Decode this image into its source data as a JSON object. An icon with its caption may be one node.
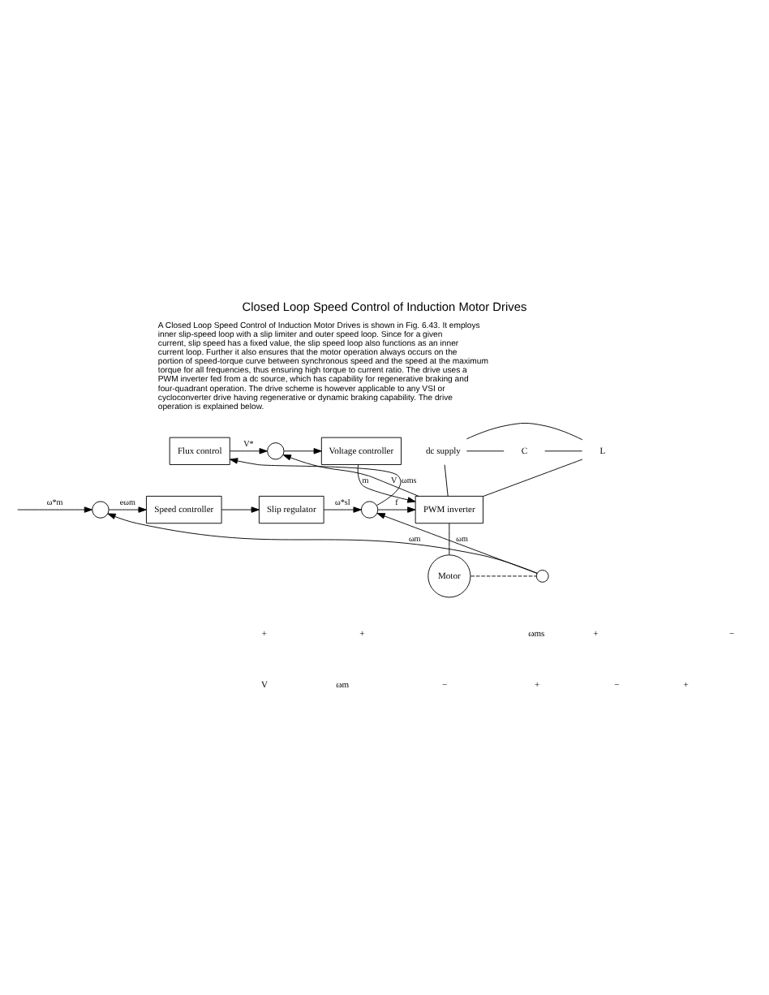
{
  "diagram": {
    "title": "Closed Loop Speed Control of Induction Motor Drives",
    "nodes": [
      {
        "text": [],
        "shape": "circle"
      },
      {
        "text": [
          "Speed controller"
        ]
      },
      {
        "text": [
          "Slip regulator"
        ]
      },
      {
        "text": [],
        "shape": "circle"
      },
      {
        "text": [
          "Flux control"
        ]
      },
      {
        "text": [],
        "shape": "circle"
      },
      {
        "text": [
          "Voltage controller"
        ]
      },
      {
        "text": [
          "PWM inverter"
        ]
      },
      {
        "text": [
          "dc supply"
        ]
      },
      {
        "text": [
          "L"
        ]
      },
      {
        "text": [
          "C"
        ]
      },
      {
        "text": [
          "Motor"
        ]
      },
      {
        "text": [],
        "shape": "circle"
      }
    ],
    "edges": [
      {
        "from": null,
        "to": 0,
        "arrow": "to",
        "label": "ω*m"
      },
      {
        "from": 0,
        "to": 1,
        "arrow": "to",
        "label": "eωm"
      },
      {
        "from": 1,
        "to": 2,
        "arrow": "to"
      },
      {
        "from": 2,
        "to": 3,
        "arrow": "to",
        "label": "ω*sl"
      },
      {
        "from": 3,
        "to": 4,
        "arrow": "to",
        "label": "ωms"
      },
      {
        "from": 3,
        "to": 7,
        "arrow": "to",
        "label": "f"
      },
      {
        "from": 4,
        "to": 5,
        "arrow": "to",
        "label": "V*"
      },
      {
        "from": 5,
        "to": 6,
        "arrow": "to"
      },
      {
        "from": 6,
        "to": 7,
        "arrow": "to",
        "label": "m"
      },
      {
        "from": 7,
        "to": 5,
        "arrow": "to",
        "label": "V"
      },
      {
        "from": 8,
        "to": 9,
        "arrow": "none"
      },
      {
        "from": 9,
        "to": 7,
        "arrow": "none"
      },
      {
        "from": 8,
        "to": 7,
        "arrow": "none"
      },
      {
        "from": 8,
        "to": 10,
        "arrow": "none"
      },
      {
        "from": 10,
        "to": 9,
        "arrow": "none"
      },
      {
        "from": 7,
        "to": 11,
        "arrow": "none"
      },
      {
        "from": 11,
        "to": 12,
        "arrow": "none",
        "style": "dashed"
      },
      {
        "from": 12,
        "to": 0,
        "arrow": "to",
        "label": "ωm"
      },
      {
        "from": 12,
        "to": 3,
        "arrow": "to",
        "label": "ωm"
      }
    ],
    "labels": [
      "A Closed Loop Speed Control of Induction Motor Drives is shown in Fig. 6.43. It employs inner slip-speed loop with a slip limiter and outer speed loop. Since for a given current, slip speed has a fixed value, the slip speed loop also functions as an inner current loop. Further it also ensures that the motor operation always occurs on the portion of speed-torque curve between synchronous speed and the speed at the maximum torque for all frequencies, thus ensuring high torque to current ratio. The drive uses a PWM inverter fed from a dc source, which has capability for regenerative braking and four-quadrant operation. The drive scheme is however applicable to any VSI or cycloconverter drive having regenerative or dynamic braking capability. The drive operation is explained below.",
      "+",
      "−",
      "+",
      "+",
      "ωms",
      "V",
      "+",
      "−",
      "+",
      "−",
      "ωm"
    ]
  }
}
